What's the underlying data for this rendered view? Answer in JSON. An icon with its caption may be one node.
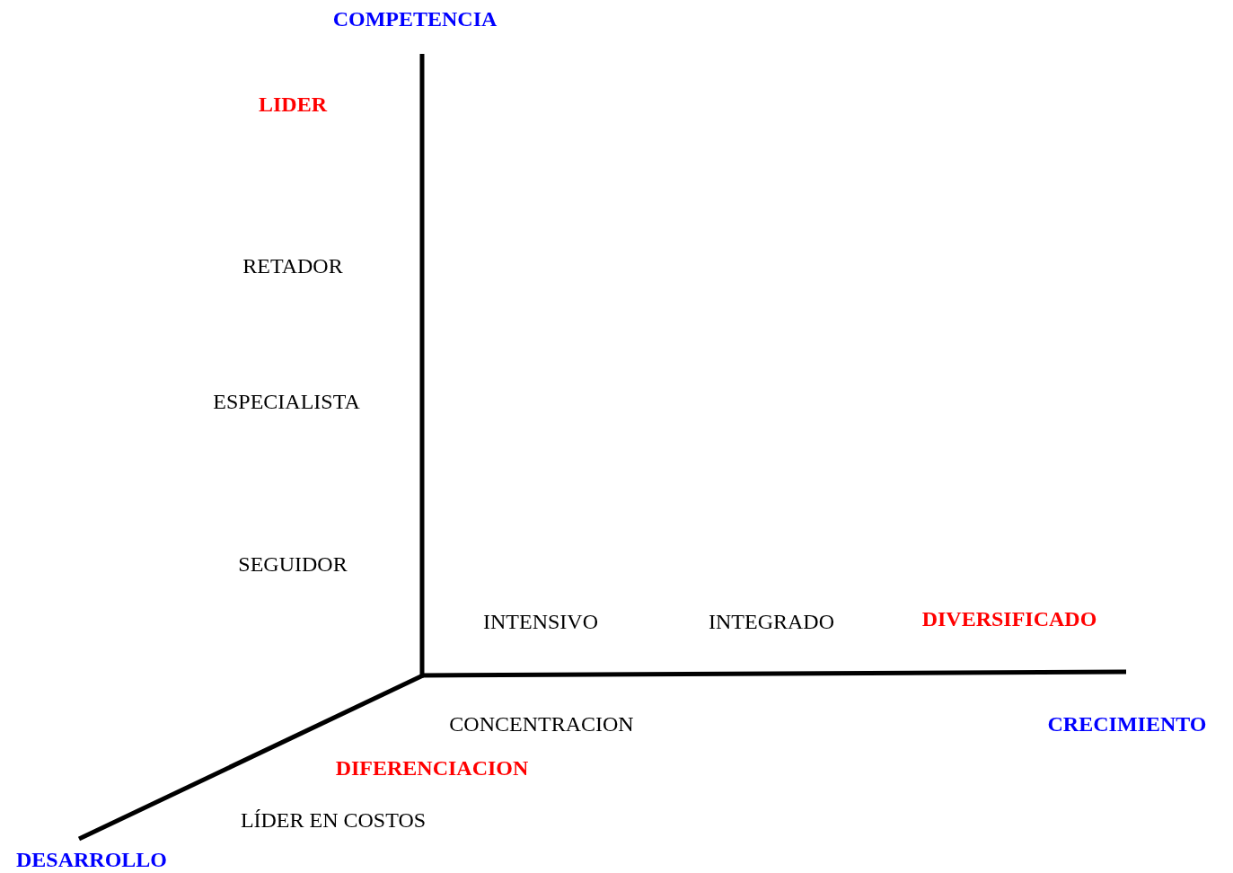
{
  "diagram": {
    "labels": [
      "COMPETENCIA",
      "LIDER",
      "RETADOR",
      "ESPECIALISTA",
      "SEGUIDOR",
      "INTENSIVO",
      "INTEGRADO",
      "DIVERSIFICADO",
      "CONCENTRACION",
      "CRECIMIENTO",
      "DIFERENCIACION",
      "LÍDER EN COSTOS",
      "DESARROLLO"
    ]
  }
}
